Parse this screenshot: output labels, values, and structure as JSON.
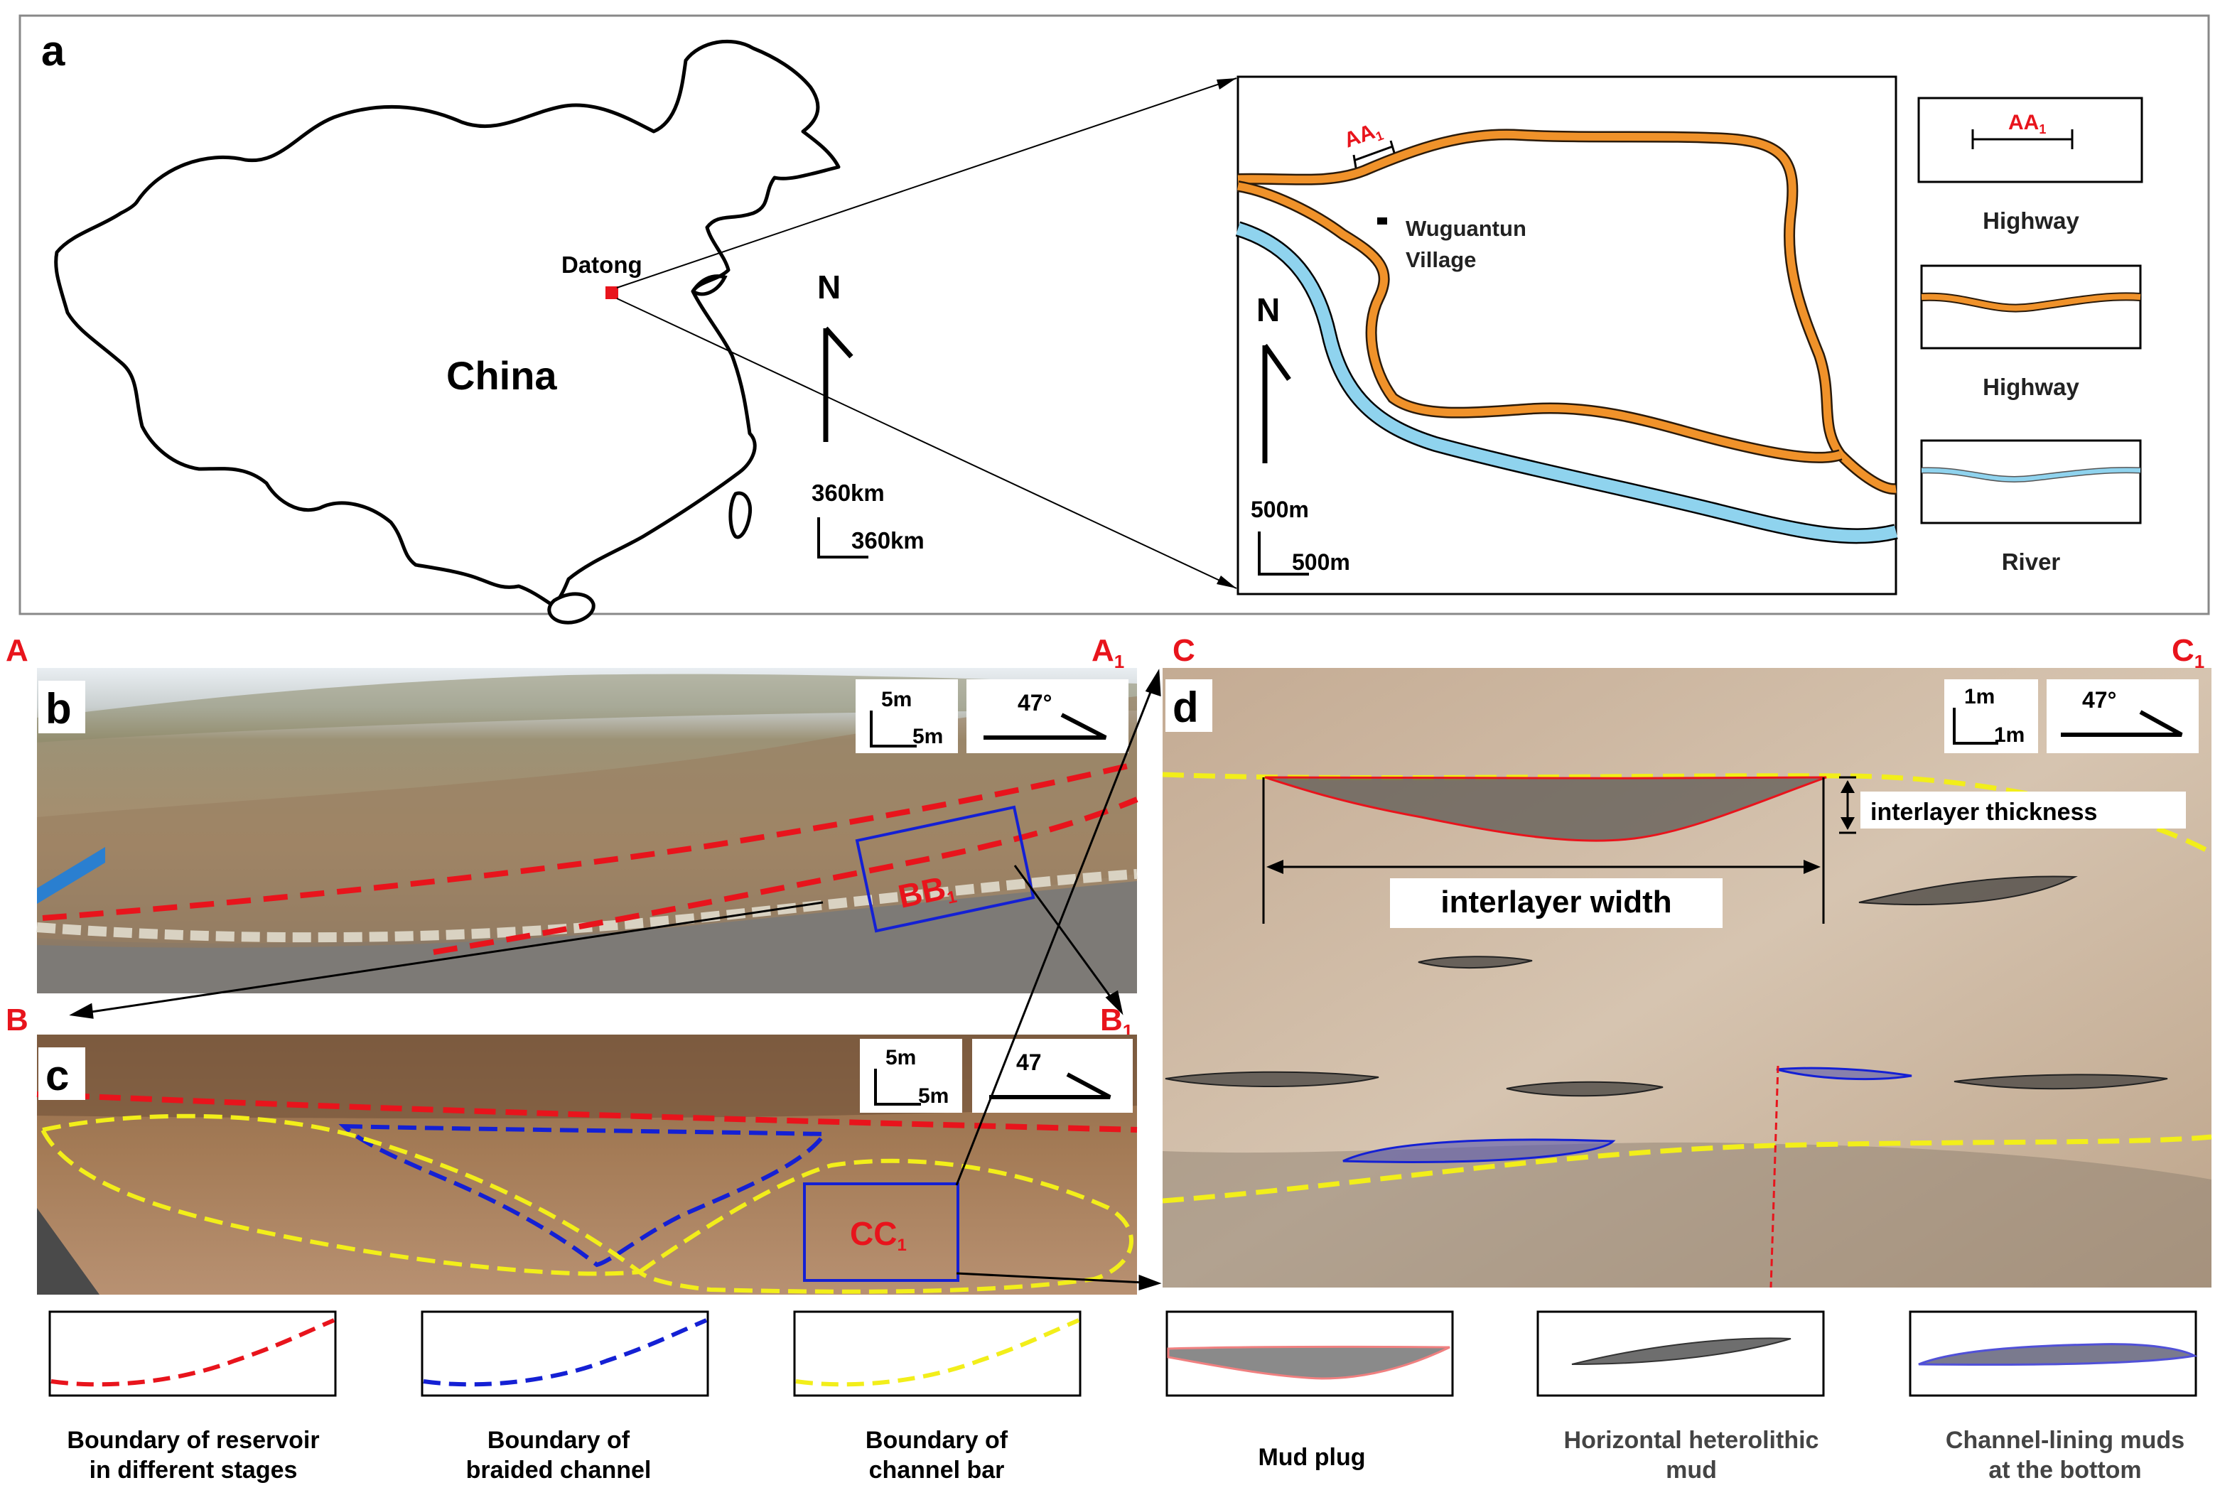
{
  "panel_a": {
    "label": "a",
    "country_label": "China",
    "city_label": "Datong",
    "north": "N",
    "scale_top": "360km",
    "scale_bottom": "360km",
    "inset": {
      "village_line1": "Wuguantun",
      "village_line2": "Village",
      "section_label": "AA",
      "section_sub": "1",
      "north": "N",
      "scale_top": "500m",
      "scale_bottom": "500m"
    },
    "legend": [
      {
        "label": "Highway",
        "symbol": "AA",
        "symbol_sub": "1"
      },
      {
        "label": "Highway"
      },
      {
        "label": "River"
      }
    ]
  },
  "panel_b": {
    "label": "b",
    "corner_left": "A",
    "corner_right": "A",
    "corner_right_sub": "1",
    "scale_top": "5m",
    "scale_bottom": "5m",
    "dip": "47°",
    "box_label": "BB",
    "box_label_sub": "1"
  },
  "panel_c": {
    "label": "c",
    "corner_left": "B",
    "corner_right": "B",
    "corner_right_sub": "1",
    "scale_top": "5m",
    "scale_bottom": "5m",
    "dip": "47",
    "box_label": "CC",
    "box_label_sub": "1"
  },
  "panel_d": {
    "label": "d",
    "corner_left": "C",
    "corner_right": "C",
    "corner_right_sub": "1",
    "scale_top": "1m",
    "scale_bottom": "1m",
    "dip": "47°",
    "interlayer_thickness": "interlayer thickness",
    "interlayer_width": "interlayer width"
  },
  "bottom_legend": [
    {
      "line1": "Boundary of reservoir",
      "line2": "in different stages",
      "color": "#e8141c"
    },
    {
      "line1": "Boundary of",
      "line2": "braided channel",
      "color": "#1420d4"
    },
    {
      "line1": "Boundary of",
      "line2": "channel bar",
      "color": "#f2ee1a"
    },
    {
      "line1": "Mud plug",
      "line2": "",
      "color": "#f08080"
    },
    {
      "line1": "Horizontal heterolithic",
      "line2": "mud",
      "color": "#555555"
    },
    {
      "line1": "Channel-lining muds",
      "line2": "at the bottom",
      "color": "#5050d8"
    }
  ],
  "colors": {
    "highway": "#f0922a",
    "river": "#8fd3ee",
    "red_label": "#e8141c",
    "photo_land": "#a89274",
    "photo_rock": "#b58f6c"
  }
}
